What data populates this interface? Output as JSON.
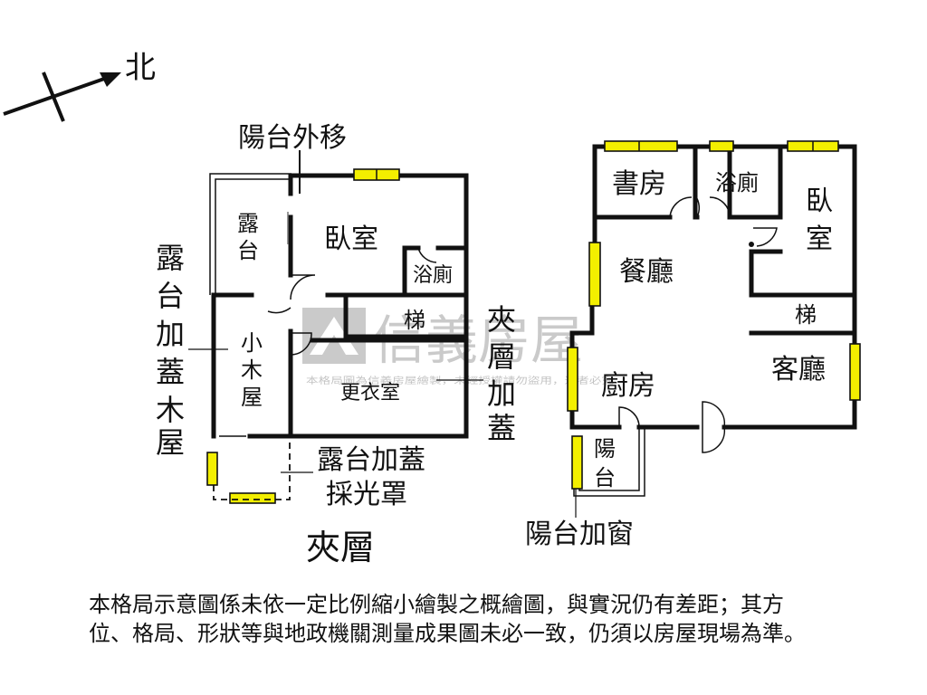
{
  "compass": {
    "label": "北"
  },
  "mezzanine": {
    "balcony_moved": "陽台外移",
    "terrace": "露\n台",
    "bedroom": "臥室",
    "bathroom": "浴廁",
    "stairs": "梯",
    "cabin": "小\n木\n屋",
    "dressing_room": "更衣室",
    "terrace_cabin_added": "露\n台\n加\n蓋\n木\n屋",
    "mezzanine_added": "夾\n層\n加\n蓋",
    "skylight_line1": "露台加蓋",
    "skylight_line2": "採光罩",
    "floor_label": "夾層"
  },
  "main": {
    "study": "書房",
    "bathroom": "浴廁",
    "bedroom": "臥\n室",
    "dining": "餐廳",
    "stairs": "梯",
    "living": "客廳",
    "kitchen": "廚房",
    "balcony": "陽\n台",
    "balcony_window": "陽台加窗"
  },
  "watermark": {
    "brand": "信義房屋",
    "subtext": "本格局圖為信義房屋繪製，未經授權請勿盜用，違者必究"
  },
  "disclaimer": {
    "line1": "本格局示意圖係未依一定比例縮小繪製之概繪圖，與實況仍有差距；其方",
    "line2": "位、格局、形狀等與地政機關測量成果圖未必一致，仍須以房屋現場為準。"
  }
}
